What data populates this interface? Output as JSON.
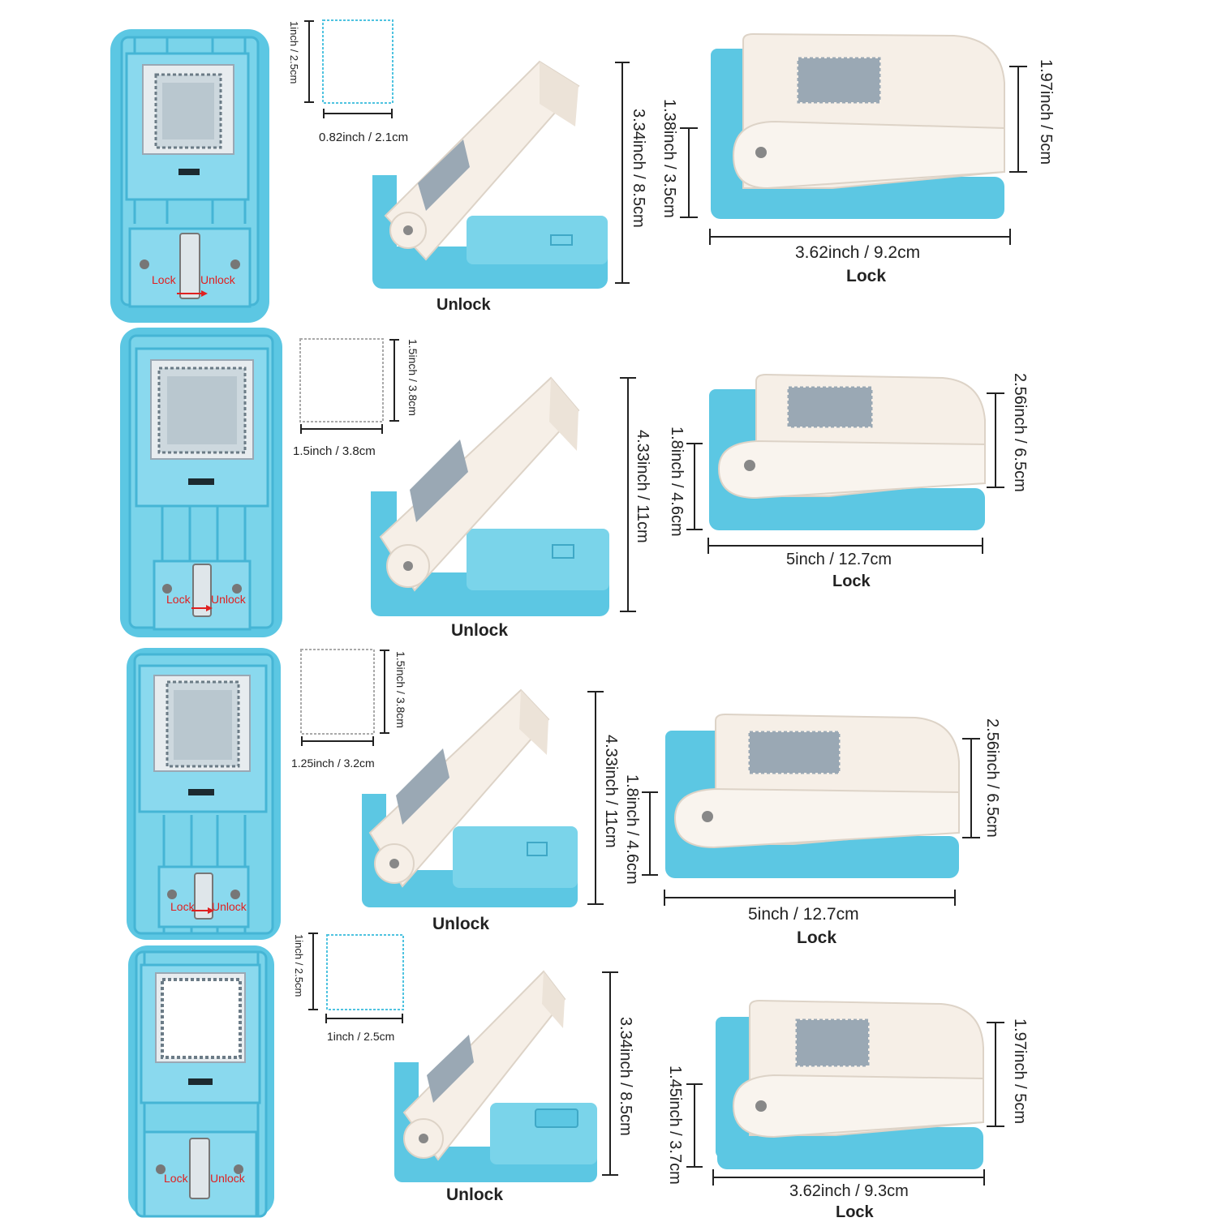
{
  "colors": {
    "blue": "#5cc7e3",
    "blue_dark": "#3fb3d3",
    "cream": "#f6efe7",
    "stamp": "#9aa8b4",
    "red": "#e02020"
  },
  "rows": [
    {
      "switch": {
        "lock": "Lock",
        "unlock": "Unlock"
      },
      "sample": {
        "height": "1inch / 2.5cm",
        "width": "0.82inch / 2.1cm"
      },
      "open": {
        "height": "3.34inch / 8.5cm",
        "state": "Unlock"
      },
      "closed": {
        "cut_height": "1.38inch / 3.5cm",
        "height": "1.97inch / 5cm",
        "width": "3.62inch / 9.2cm",
        "state": "Lock"
      }
    },
    {
      "switch": {
        "lock": "Lock",
        "unlock": "Unlock"
      },
      "sample": {
        "height": "1.5inch / 3.8cm",
        "width": "1.5inch / 3.8cm"
      },
      "open": {
        "height": "4.33inch / 11cm",
        "state": "Unlock"
      },
      "closed": {
        "cut_height": "1.8inch / 4.6cm",
        "height": "2.56inch / 6.5cm",
        "width": "5inch / 12.7cm",
        "state": "Lock"
      }
    },
    {
      "switch": {
        "lock": "Lock",
        "unlock": "Unlock"
      },
      "sample": {
        "height": "1.5inch / 3.8cm",
        "width": "1.25inch / 3.2cm"
      },
      "open": {
        "height": "4.33inch / 11cm",
        "state": "Unlock"
      },
      "closed": {
        "cut_height": "1.8inch / 4.6cm",
        "height": "2.56inch / 6.5cm",
        "width": "5inch / 12.7cm",
        "state": "Lock"
      }
    },
    {
      "switch": {
        "lock": "Lock",
        "unlock": "Unlock"
      },
      "sample": {
        "height": "1inch / 2.5cm",
        "width": "1inch / 2.5cm"
      },
      "open": {
        "height": "3.34inch / 8.5cm",
        "state": "Unlock"
      },
      "closed": {
        "cut_height": "1.45inch / 3.7cm",
        "height": "1.97inch / 5cm",
        "width": "3.62inch / 9.3cm",
        "state": "Lock"
      }
    }
  ]
}
